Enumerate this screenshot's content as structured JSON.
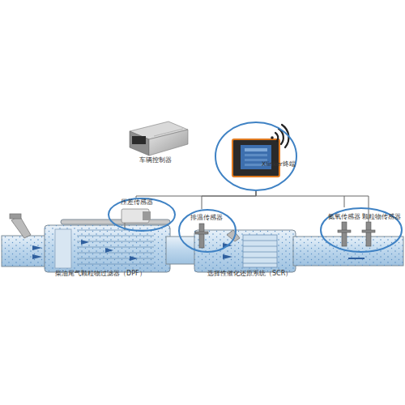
{
  "diagram": {
    "nodes": [
      {
        "text": [
          "车辆控制器"
        ]
      },
      {
        "text": [
          "Xlinker终端"
        ]
      },
      {
        "text": [
          "压差传感器"
        ]
      },
      {
        "text": [
          "排温传感器"
        ]
      },
      {
        "text": [
          "氮氧传感器",
          "颗粒物传感器"
        ]
      },
      {
        "text": [
          "柴油尾气颗粒物过滤器（DPF）"
        ]
      },
      {
        "text": [
          "选择性催化还原系统（SCR）"
        ]
      }
    ],
    "edges": [
      {
        "from": 1,
        "to": 2,
        "arrow": "none"
      },
      {
        "from": 1,
        "to": 3,
        "arrow": "none"
      },
      {
        "from": 1,
        "to": 4,
        "arrow": "none"
      }
    ]
  }
}
